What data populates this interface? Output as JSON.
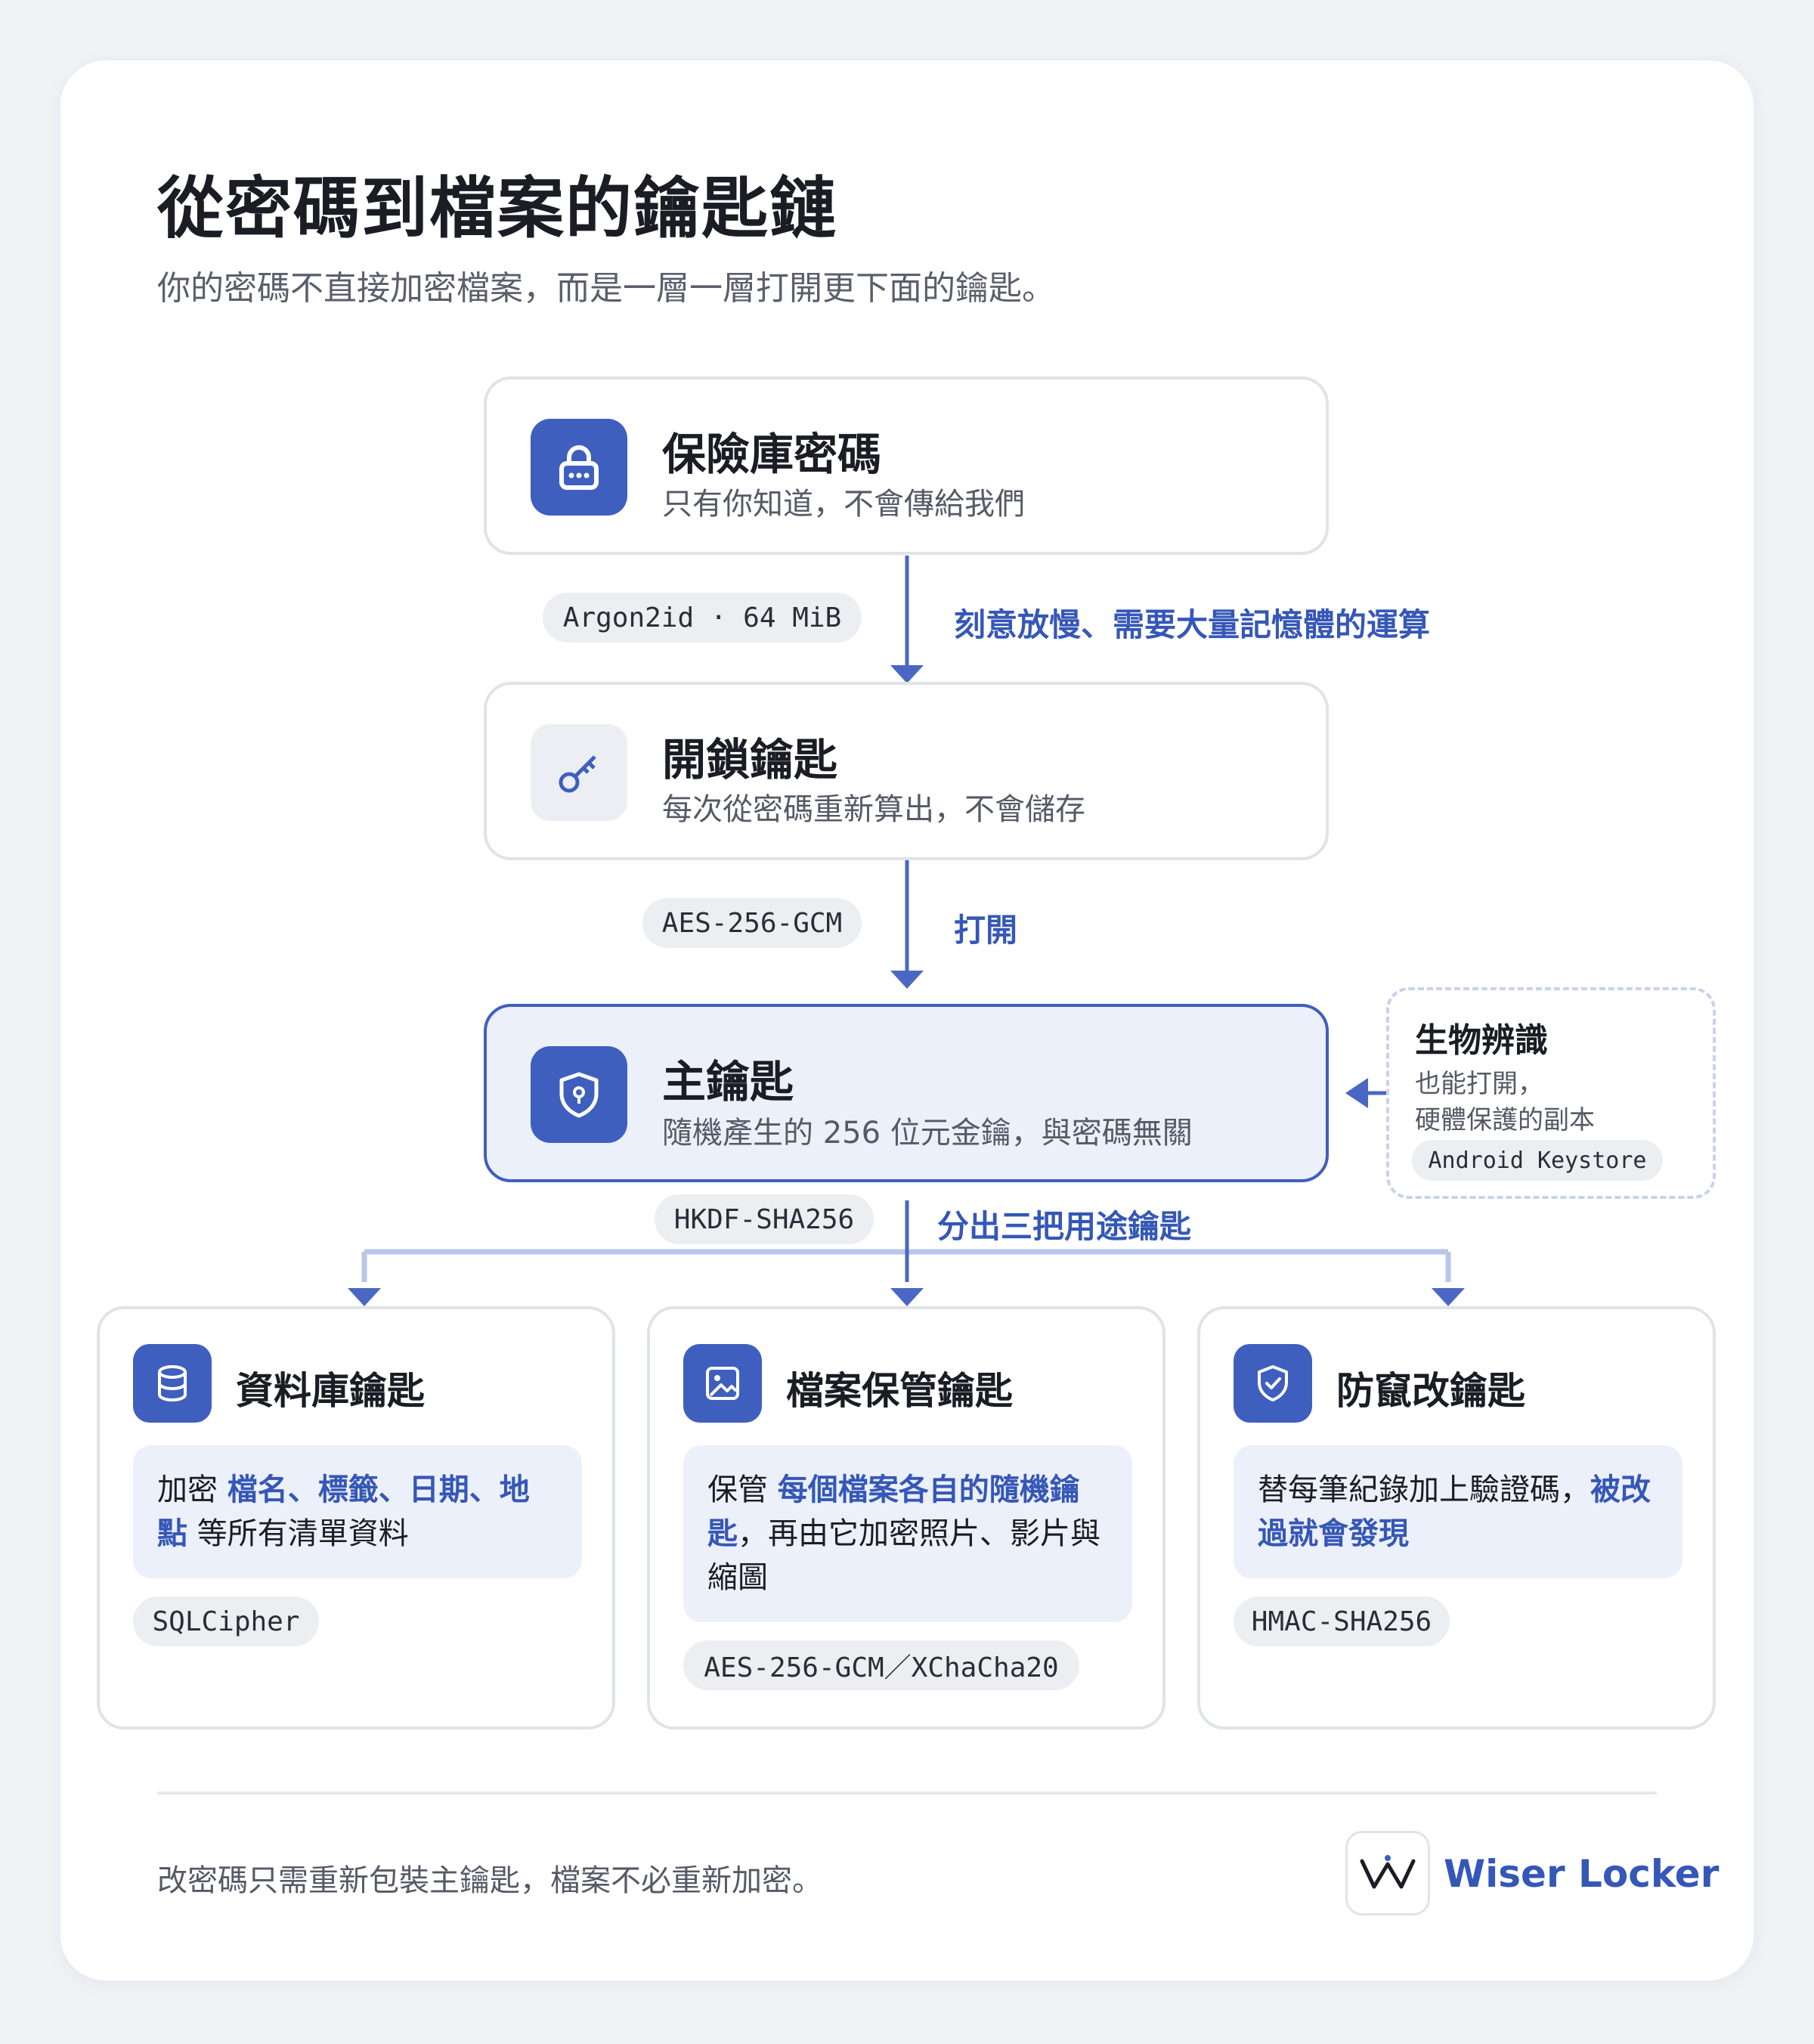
{
  "title": "從密碼到檔案的鑰匙鏈",
  "subtitle": "你的密碼不直接加密檔案，而是一層一層打開更下面的鑰匙。",
  "vault_password": {
    "title": "保險庫密碼",
    "desc": "只有你知道，不會傳給我們",
    "icon": "lock-icon"
  },
  "step1": {
    "tech": "Argon2id · 64 MiB",
    "note": "刻意放慢、需要大量記憶體的運算"
  },
  "unlock_key": {
    "title": "開鎖鑰匙",
    "desc": "每次從密碼重新算出，不會儲存",
    "icon": "key-icon"
  },
  "step2": {
    "tech": "AES-256-GCM",
    "note": "打開"
  },
  "master_key": {
    "title": "主鑰匙",
    "desc": "隨機產生的 256 位元金鑰，與密碼無關",
    "icon": "shield-key-icon"
  },
  "biometric": {
    "title": "生物辨識",
    "desc_line1": "也能打開，",
    "desc_line2": "硬體保護的副本",
    "tech": "Android Keystore"
  },
  "step3": {
    "tech": "HKDF-SHA256",
    "note": "分出三把用途鑰匙"
  },
  "database_key": {
    "title": "資料庫鑰匙",
    "icon": "database-icon",
    "pre": "加密 ",
    "highlight": "檔名、標籤、日期、地點",
    "post": " 等所有清單資料",
    "tech": "SQLCipher"
  },
  "file_key": {
    "title": "檔案保管鑰匙",
    "icon": "image-icon",
    "pre": "保管 ",
    "highlight": "每個檔案各自的隨機鑰匙",
    "post": "，再由它加密照片、影片與縮圖",
    "tech": "AES-256-GCM／XChaCha20"
  },
  "tamper_key": {
    "title": "防竄改鑰匙",
    "icon": "shield-check-icon",
    "pre": "替每筆紀錄加上驗證碼，",
    "highlight": "被改過就會發現",
    "post": "",
    "tech": "HMAC-SHA256"
  },
  "footer": {
    "text": "改密碼只需重新包裝主鑰匙，檔案不必重新加密。",
    "brand": "Wiser Locker"
  },
  "colors": {
    "accent": "#3f5fbf",
    "accent_text": "#3557b7",
    "highlight_bg": "#ecf0fb",
    "connector": "#4a67c4"
  }
}
